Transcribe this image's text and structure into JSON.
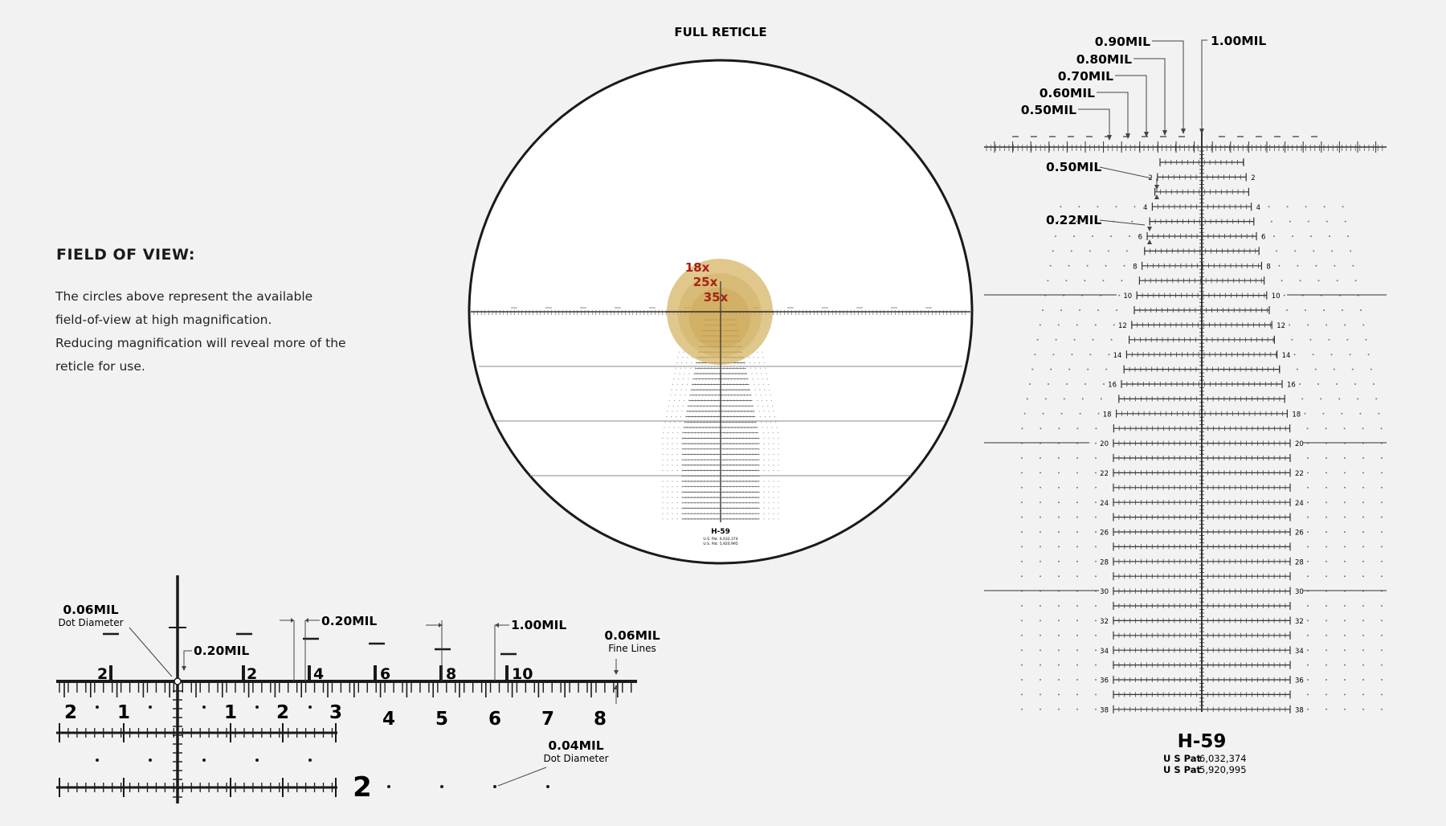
{
  "full_reticle": {
    "title": "FULL RETICLE",
    "magnifications": [
      "18x",
      "25x",
      "35x"
    ],
    "model": "H-59",
    "patent_lines": [
      "U.S. Pat. 6,032,374",
      "U.S. Pat. 5,920,995"
    ]
  },
  "field_of_view": {
    "heading": "FIELD OF VIEW:",
    "lines": [
      "The circles above represent the available",
      "field-of-view at high magnification.",
      "Reducing magnification will reveal more of the",
      "reticle for use."
    ]
  },
  "detail_top": {
    "stadia_labels": [
      "0.90MIL",
      "0.80MIL",
      "0.70MIL",
      "0.60MIL",
      "0.50MIL",
      "1.00MIL"
    ],
    "side_labels": [
      "0.50MIL",
      "0.22MIL"
    ],
    "row_numbers": [
      "2",
      "4",
      "6",
      "8",
      "10",
      "12",
      "14",
      "16",
      "18",
      "20",
      "22",
      "24",
      "26",
      "28",
      "30",
      "32",
      "34",
      "36",
      "38"
    ],
    "model": "H-59",
    "patent_lines": [
      {
        "prefix": "U S Pat",
        "number": "6,032,374"
      },
      {
        "prefix": "U S Pat",
        "number": "5,920,995"
      }
    ]
  },
  "detail_bottom": {
    "dot_diameter_main": "0.06MIL",
    "dot_diameter_main_sub": "Dot Diameter",
    "gap_label": "0.20MIL",
    "bar_label": "0.20MIL",
    "major_label": "1.00MIL",
    "fine_lines_main": "0.06MIL",
    "fine_lines_sub": "Fine Lines",
    "small_dot_main": "0.04MIL",
    "small_dot_sub": "Dot Diameter",
    "upper_numbers": [
      "2",
      "2",
      "4",
      "6",
      "8",
      "10"
    ],
    "lower_numbers": [
      "2",
      "1",
      "1",
      "2",
      "3",
      "4",
      "5",
      "6",
      "7",
      "8"
    ],
    "row_number": "2"
  },
  "colors": {
    "background": "#f2f2f2",
    "ink": "#1a1a1a",
    "fov_gold": "#d4b35f",
    "mag_red": "#a8201a"
  }
}
